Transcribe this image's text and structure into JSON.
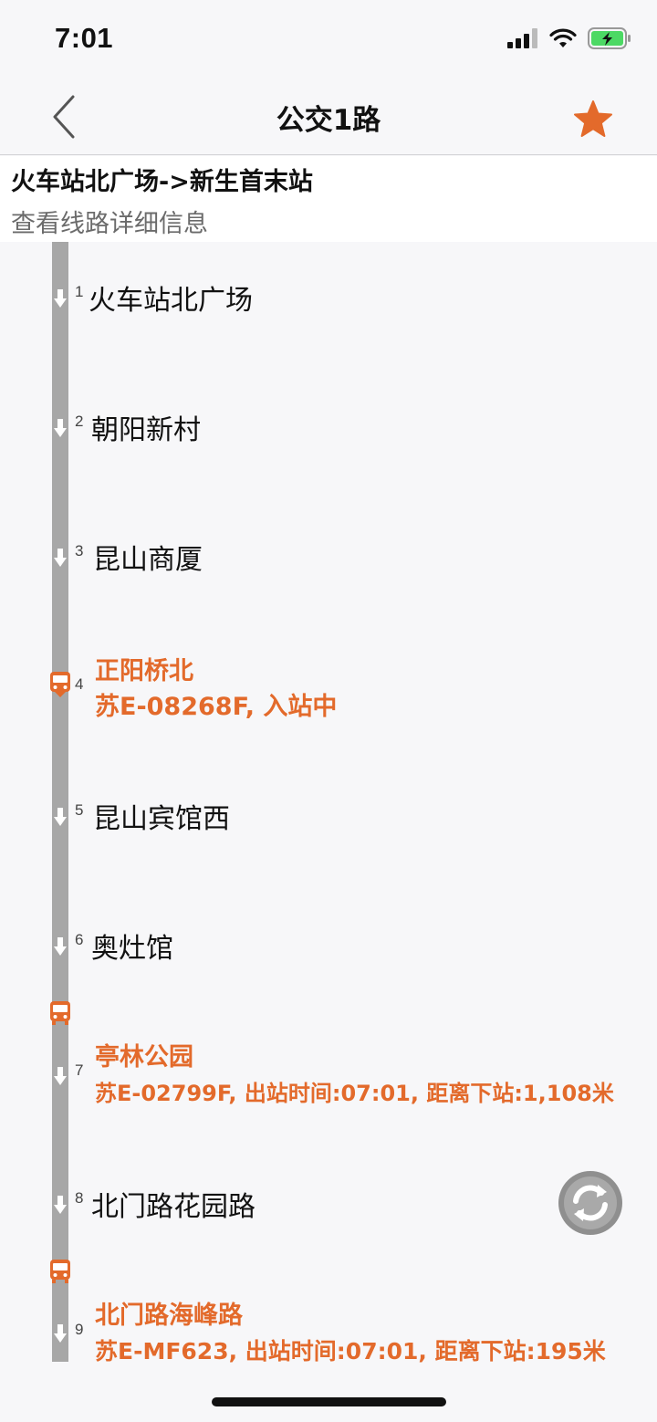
{
  "status_bar": {
    "time": "7:01"
  },
  "nav": {
    "title": "公交1路"
  },
  "route": {
    "direction": "火车站北广场->新生首末站",
    "detail_link": "查看线路详细信息"
  },
  "stops": [
    {
      "seq": "1",
      "name": "火车站北广场"
    },
    {
      "seq": "2",
      "name": "朝阳新村"
    },
    {
      "seq": "3",
      "name": "昆山商厦"
    },
    {
      "seq": "4",
      "name": "正阳桥北",
      "bus": "苏E-08268F, 入站中"
    },
    {
      "seq": "5",
      "name": "昆山宾馆西"
    },
    {
      "seq": "6",
      "name": "奥灶馆"
    },
    {
      "seq": "7",
      "name": "亭林公园",
      "bus": "苏E-02799F, 出站时间:07:01, 距离下站:1,108米"
    },
    {
      "seq": "8",
      "name": "北门路花园路"
    },
    {
      "seq": "9",
      "name": "北门路海峰路",
      "bus": "苏E-MF623, 出站时间:07:01, 距离下站:195米"
    }
  ],
  "colors": {
    "accent": "#e36a2b",
    "line": "#a7a7a7",
    "battery": "#4cd964"
  },
  "icons": {
    "back": "chevron-left-icon",
    "favorite": "star-icon",
    "bus": "bus-icon",
    "refresh": "refresh-icon"
  }
}
